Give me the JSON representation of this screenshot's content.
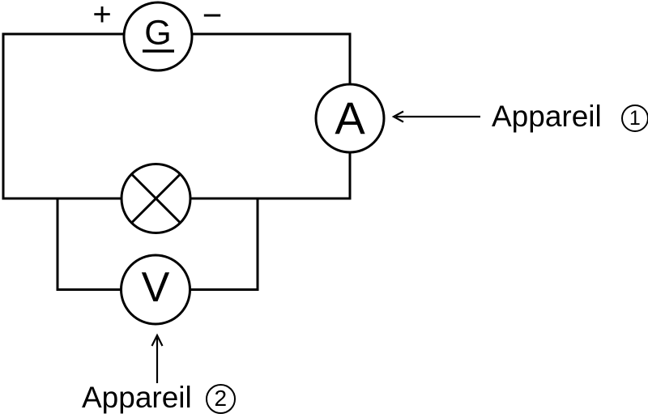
{
  "theme": {
    "line": "#000000",
    "bg": "#ffffff",
    "text": "#000000"
  },
  "labels": {
    "plus": "+",
    "minus": "−",
    "generator": "G",
    "ammeter": "A",
    "voltmeter": "V"
  },
  "annotations": {
    "appareil1": {
      "text": "Appareil",
      "number": "1"
    },
    "appareil2": {
      "text": "Appareil",
      "number": "2"
    }
  },
  "symbols": {
    "generator": "circle-with-G-underlined",
    "ammeter": "circle-with-A",
    "lamp": "circle-with-cross-icon",
    "voltmeter": "circle-with-V",
    "arrow1": "left-arrow-icon",
    "arrow2": "up-arrow-icon"
  }
}
